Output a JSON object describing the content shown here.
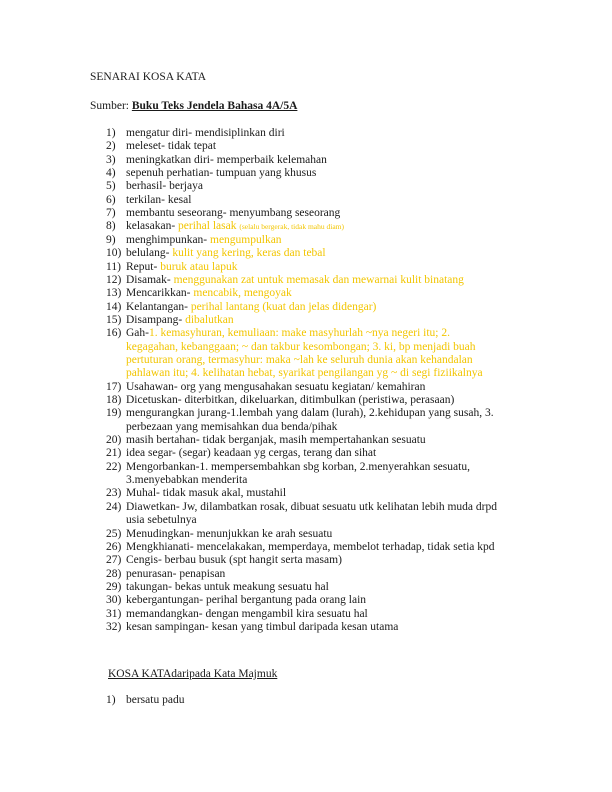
{
  "title": "SENARAI KOSA KATA",
  "source": {
    "label": "Sumber:",
    "book": "Buku Teks Jendela Bahasa 4A/5A"
  },
  "items": [
    {
      "num": "1)",
      "lines": [
        [
          {
            "t": "mengatur diri- mendisiplinkan diri"
          }
        ]
      ]
    },
    {
      "num": "2)",
      "lines": [
        [
          {
            "t": "meleset- tidak tepat"
          }
        ]
      ]
    },
    {
      "num": "3)",
      "lines": [
        [
          {
            "t": "meningkatkan diri- memperbaik kelemahan"
          }
        ]
      ]
    },
    {
      "num": "4)",
      "lines": [
        [
          {
            "t": "sepenuh perhatian- tumpuan yang khusus"
          }
        ]
      ]
    },
    {
      "num": "5)",
      "lines": [
        [
          {
            "t": "berhasil- berjaya"
          }
        ]
      ]
    },
    {
      "num": "6)",
      "lines": [
        [
          {
            "t": "terkilan- kesal"
          }
        ]
      ]
    },
    {
      "num": "7)",
      "lines": [
        [
          {
            "t": "membantu seseorang- menyumbang seseorang"
          }
        ]
      ]
    },
    {
      "num": "8)",
      "lines": [
        [
          {
            "t": "kelasakan- "
          },
          {
            "t": "perihal lasak ",
            "c": "yellow"
          },
          {
            "t": "(selalu bergerak, tidak mahu diam)",
            "c": "yellow small"
          }
        ]
      ]
    },
    {
      "num": "9)",
      "lines": [
        [
          {
            "t": "menghimpunkan- "
          },
          {
            "t": "mengumpulkan",
            "c": "yellow"
          }
        ]
      ]
    },
    {
      "num": "10)",
      "lines": [
        [
          {
            "t": "belulang- "
          },
          {
            "t": "kulit yang kering, keras dan tebal",
            "c": "yellow"
          }
        ]
      ]
    },
    {
      "num": "11)",
      "lines": [
        [
          {
            "t": "Reput- "
          },
          {
            "t": "buruk atau lapuk",
            "c": "yellow"
          }
        ]
      ]
    },
    {
      "num": "12)",
      "lines": [
        [
          {
            "t": "Disamak- "
          },
          {
            "t": "menggunakan zat untuk memasak dan mewarnai kulit binatang",
            "c": "yellow"
          }
        ]
      ]
    },
    {
      "num": "13)",
      "lines": [
        [
          {
            "t": "Mencarikkan- "
          },
          {
            "t": "mencabik, mengoyak",
            "c": "yellow"
          }
        ]
      ]
    },
    {
      "num": "14)",
      "lines": [
        [
          {
            "t": "Kelantangan- "
          },
          {
            "t": "perihal lantang (kuat dan jelas didengar)",
            "c": "yellow"
          }
        ]
      ]
    },
    {
      "num": "15)",
      "lines": [
        [
          {
            "t": "Disampang- "
          },
          {
            "t": "dibalutkan",
            "c": "yellow"
          }
        ]
      ]
    },
    {
      "num": "16)",
      "lines": [
        [
          {
            "t": "Gah-"
          },
          {
            "t": "1. kemasyhuran, kemuliaan: make masyhurlah ~nya negeri itu; 2.",
            "c": "yellow"
          }
        ],
        [
          {
            "t": "kegagahan, kebanggaan; ~ dan takbur kesombongan; 3. ki, bp menjadi buah",
            "c": "yellow"
          }
        ],
        [
          {
            "t": "pertuturan orang, termasyhur: maka ~lah ke seluruh dunia akan kehandalan",
            "c": "yellow"
          }
        ],
        [
          {
            "t": "pahlawan itu; 4. kelihatan hebat, syarikat pengilangan yg ~ di segi fiziikalnya",
            "c": "yellow"
          }
        ]
      ]
    },
    {
      "num": "17)",
      "lines": [
        [
          {
            "t": "Usahawan- org yang mengusahakan sesuatu kegiatan/ kemahiran"
          }
        ]
      ]
    },
    {
      "num": "18)",
      "lines": [
        [
          {
            "t": "Dicetuskan- diterbitkan, dikeluarkan, ditimbulkan (peristiwa, perasaan)"
          }
        ]
      ]
    },
    {
      "num": "19)",
      "lines": [
        [
          {
            "t": "mengurangkan jurang-1.lembah yang dalam (lurah), 2.kehidupan yang susah, 3."
          }
        ],
        [
          {
            "t": "perbezaan yang memisahkan dua benda/pihak"
          }
        ]
      ]
    },
    {
      "num": "20)",
      "lines": [
        [
          {
            "t": "masih bertahan- tidak berganjak, masih mempertahankan sesuatu"
          }
        ]
      ]
    },
    {
      "num": "21)",
      "lines": [
        [
          {
            "t": "idea segar- (segar) keadaan yg cergas, terang dan sihat"
          }
        ]
      ]
    },
    {
      "num": "22)",
      "lines": [
        [
          {
            "t": "Mengorbankan-1. mempersembahkan sbg korban, 2.menyerahkan sesuatu,"
          }
        ],
        [
          {
            "t": "3.menyebabkan menderita"
          }
        ]
      ]
    },
    {
      "num": "23)",
      "lines": [
        [
          {
            "t": "Muhal- tidak masuk akal, mustahil"
          }
        ]
      ]
    },
    {
      "num": "24)",
      "lines": [
        [
          {
            "t": "Diawetkan- Jw, dilambatkan rosak, dibuat sesuatu utk kelihatan lebih muda drpd"
          }
        ],
        [
          {
            "t": "usia sebetulnya"
          }
        ]
      ]
    },
    {
      "num": "25)",
      "lines": [
        [
          {
            "t": "Menudingkan- menunjukkan ke arah sesuatu"
          }
        ]
      ]
    },
    {
      "num": "26)",
      "lines": [
        [
          {
            "t": "Mengkhianati- mencelakakan, memperdaya, membelot terhadap, tidak setia kpd"
          }
        ]
      ]
    },
    {
      "num": "27)",
      "lines": [
        [
          {
            "t": "Cengis- berbau busuk (spt hangit serta masam)"
          }
        ]
      ]
    },
    {
      "num": "28)",
      "lines": [
        [
          {
            "t": "penurasan- penapisan"
          }
        ]
      ]
    },
    {
      "num": "29)",
      "lines": [
        [
          {
            "t": "takungan- bekas untuk meakung sesuatu hal"
          }
        ]
      ]
    },
    {
      "num": "30)",
      "lines": [
        [
          {
            "t": "kebergantungan- perihal bergantung pada orang lain"
          }
        ]
      ]
    },
    {
      "num": "31)",
      "lines": [
        [
          {
            "t": "memandangkan- dengan mengambil kira sesuatu hal"
          }
        ]
      ]
    },
    {
      "num": "32)",
      "lines": [
        [
          {
            "t": "kesan sampingan- kesan yang timbul daripada kesan utama"
          }
        ]
      ]
    }
  ],
  "section2": {
    "heading_underlined": "KOSA KATA",
    "heading_rest": "daripada Kata Majmuk",
    "items": [
      {
        "num": "1)",
        "text": "bersatu padu"
      }
    ]
  }
}
